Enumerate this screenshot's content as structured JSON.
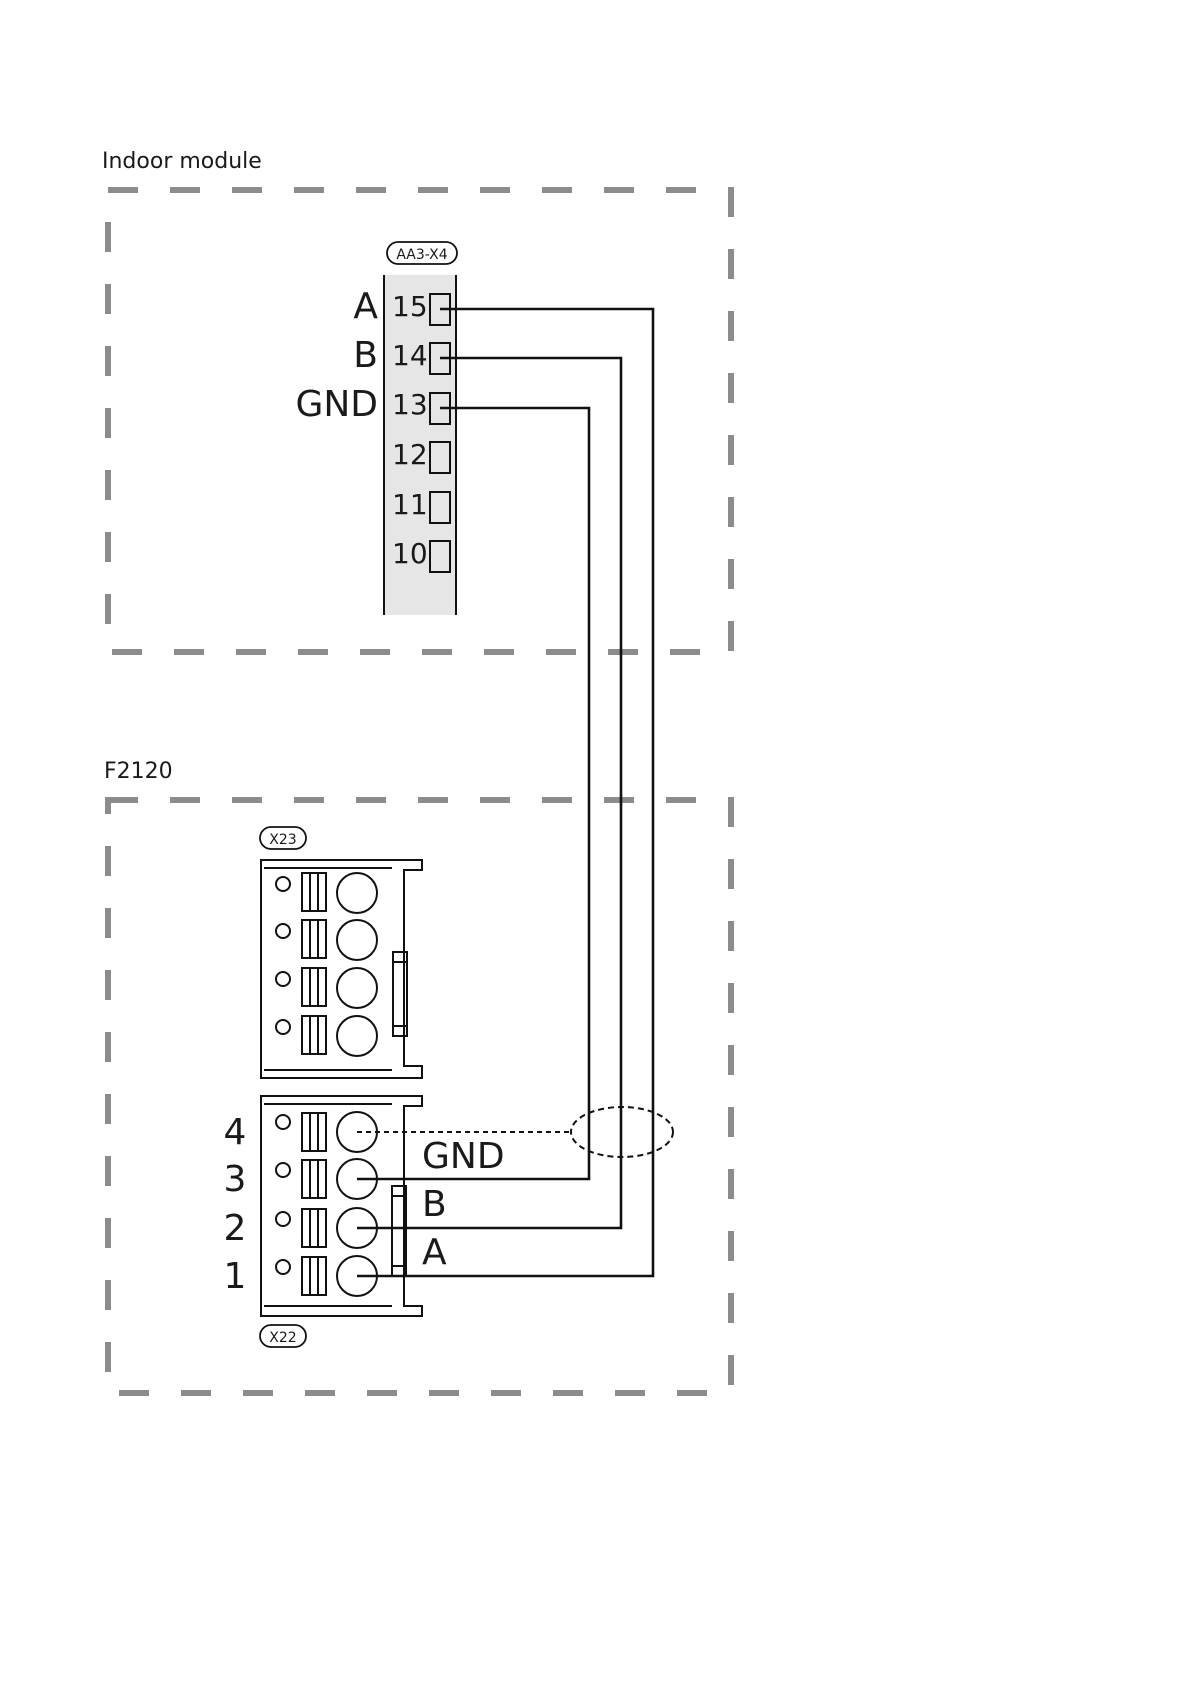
{
  "indoor": {
    "title": "Indoor module",
    "connector_tag": "AA3-X4",
    "terminals": [
      "15",
      "14",
      "13",
      "12",
      "11",
      "10"
    ],
    "signal_labels": [
      "A",
      "B",
      "GND"
    ]
  },
  "unit": {
    "title": "F2120",
    "upper_tag": "X23",
    "lower_tag": "X22",
    "pin_numbers": [
      "4",
      "3",
      "2",
      "1"
    ],
    "signal_labels": [
      "GND",
      "B",
      "A"
    ]
  }
}
